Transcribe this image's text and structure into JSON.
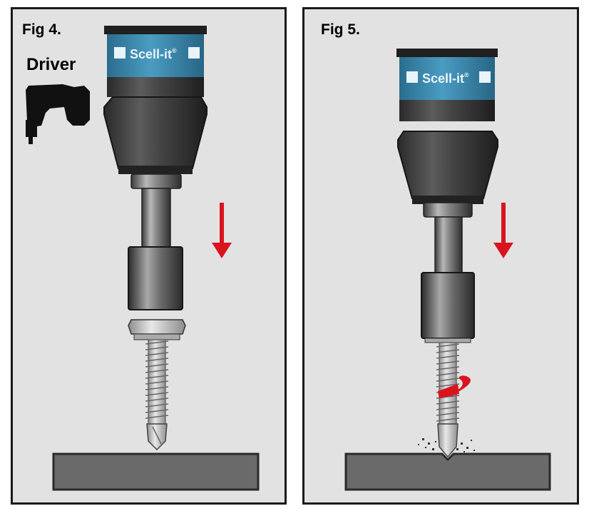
{
  "figures": [
    {
      "label": "Fig 4.",
      "extra_label": "Driver"
    },
    {
      "label": "Fig 5."
    }
  ],
  "brand": {
    "name": "Scell-it",
    "mark": "®"
  },
  "icons": {
    "driver": "drill-driver-icon",
    "down_arrow": "down-arrow-icon",
    "rotation": "rotation-arrow-icon"
  },
  "colors": {
    "arrow": "#d9141e",
    "brand_band": "#3f8fb4",
    "panel_bg": "#e2e2e2",
    "plate": "#6a6a6a"
  }
}
